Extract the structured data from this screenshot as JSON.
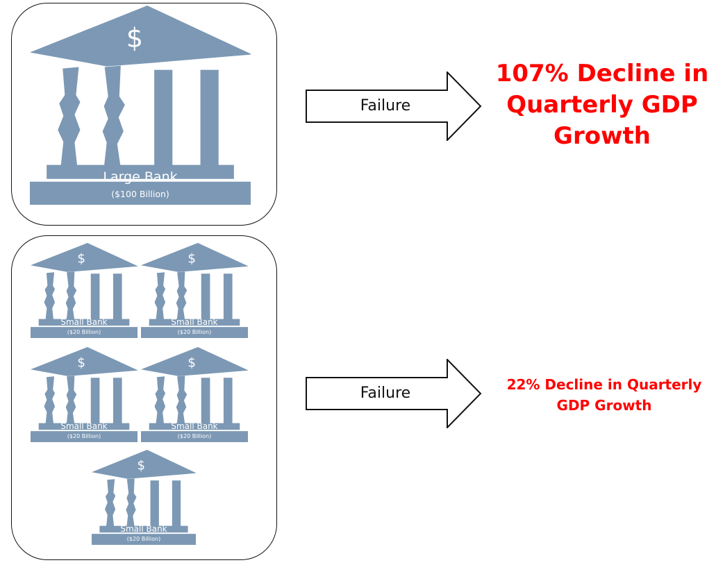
{
  "large_bank": {
    "name": "Large Bank",
    "size": "($100 Billion)",
    "symbol": "$"
  },
  "small_banks": [
    {
      "name": "Small Bank",
      "size": "($20 Billion)",
      "symbol": "$"
    },
    {
      "name": "Small Bank",
      "size": "($20 Billion)",
      "symbol": "$"
    },
    {
      "name": "Small Bank",
      "size": "($20 Billion)",
      "symbol": "$"
    },
    {
      "name": "Small Bank",
      "size": "($20 Billion)",
      "symbol": "$"
    },
    {
      "name": "Small Bank",
      "size": "($20 Billion)",
      "symbol": "$"
    }
  ],
  "arrows": [
    {
      "label": "Failure"
    },
    {
      "label": "Failure"
    }
  ],
  "outcomes": {
    "large": [
      "107% Decline in",
      "Quarterly GDP",
      "Growth"
    ],
    "small": [
      "22% Decline in Quarterly",
      "GDP Growth"
    ]
  },
  "colors": {
    "bank_fill": "#7c98b4",
    "outcome_text": "#ff0000",
    "outline": "#111111"
  }
}
